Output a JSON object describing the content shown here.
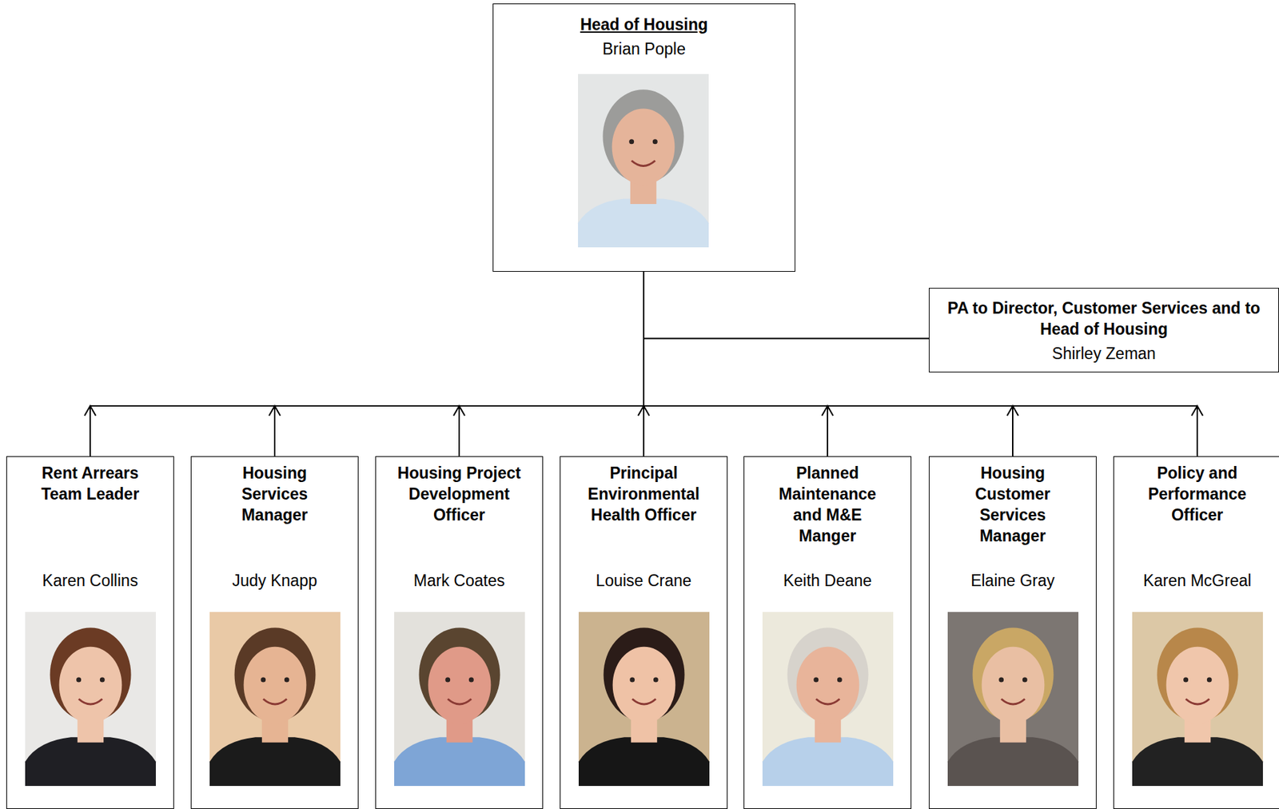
{
  "diagram": {
    "nodes": [
      {
        "text": [
          "Head of Housing",
          "Brian Pople"
        ]
      },
      {
        "text": [
          "PA to Director, Customer Services and to Head of Housing",
          "Shirley Zeman"
        ]
      },
      {
        "text": [
          "Rent Arrears Team Leader",
          "Karen Collins"
        ]
      },
      {
        "text": [
          "Housing Services Manager",
          "Judy Knapp"
        ]
      },
      {
        "text": [
          "Housing Project Development Officer",
          "Mark Coates"
        ]
      },
      {
        "text": [
          "Principal Environmental Health Officer",
          "Louise Crane"
        ]
      },
      {
        "text": [
          "Planned Maintenance and M&E Manger",
          "Keith Deane"
        ]
      },
      {
        "text": [
          "Housing Customer Services Manager",
          "Elaine Gray"
        ]
      },
      {
        "text": [
          "Policy and Performance Officer",
          "Karen McGreal"
        ]
      }
    ],
    "edges": [
      {
        "from": 0,
        "to": 1,
        "arrow": "none"
      },
      {
        "from": 2,
        "to": 0,
        "arrow": "to"
      },
      {
        "from": 3,
        "to": 0,
        "arrow": "to"
      },
      {
        "from": 4,
        "to": 0,
        "arrow": "to"
      },
      {
        "from": 5,
        "to": 0,
        "arrow": "to"
      },
      {
        "from": 6,
        "to": 0,
        "arrow": "to"
      },
      {
        "from": 7,
        "to": 0,
        "arrow": "to"
      },
      {
        "from": 8,
        "to": 0,
        "arrow": "to"
      }
    ]
  }
}
